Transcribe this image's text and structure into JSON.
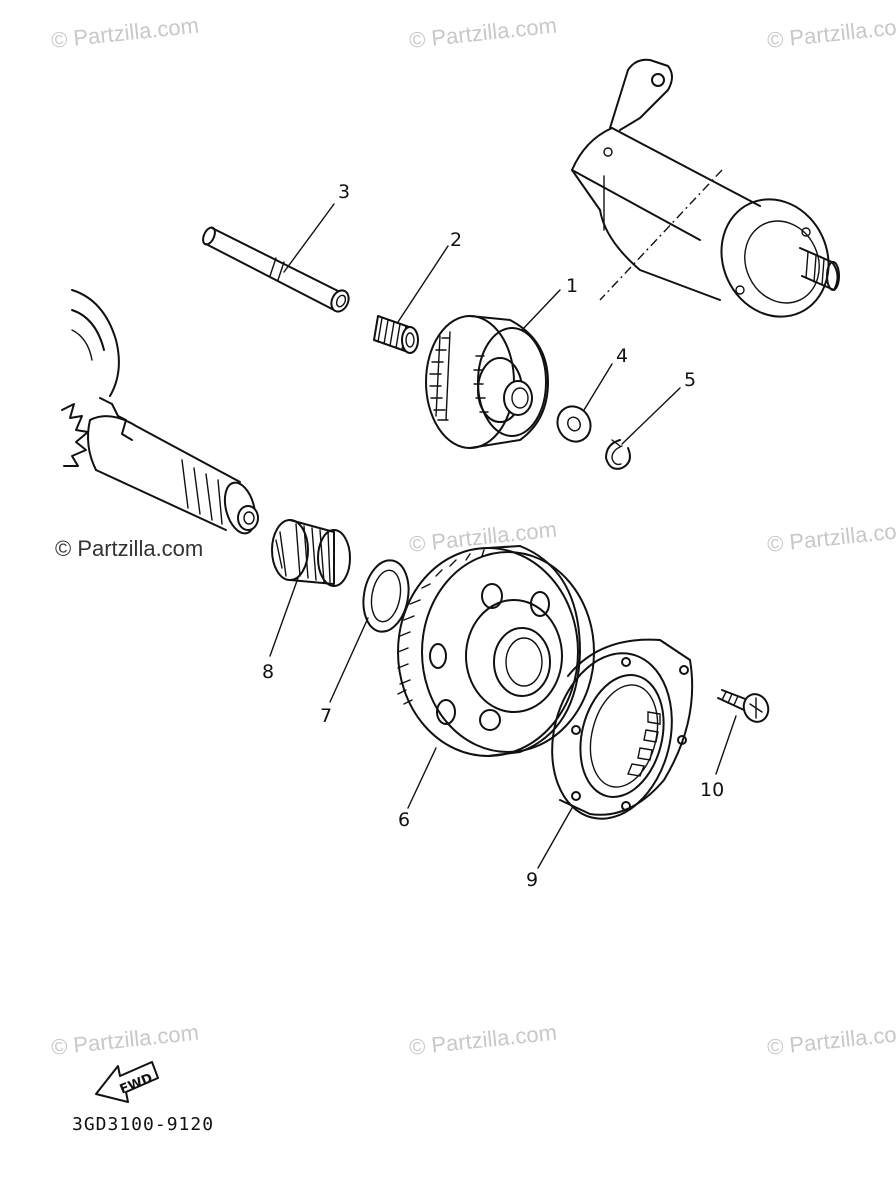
{
  "watermarks": [
    "© Partzilla.com",
    "© Partzilla.com",
    "© Partzilla.com",
    "© Partzilla.com",
    "© Partzilla.com",
    "© Partzilla.com",
    "© Partzilla.com",
    "© Partzilla.com",
    "© Partzilla.com"
  ],
  "callouts": [
    "1",
    "2",
    "3",
    "4",
    "5",
    "6",
    "7",
    "8",
    "9",
    "10"
  ],
  "fwd_label": "FWD",
  "diagram_code": "3GD3100-9120"
}
